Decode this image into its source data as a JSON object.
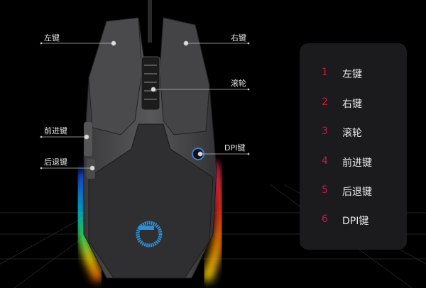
{
  "callouts": {
    "left_button": "左键",
    "right_button": "右键",
    "scroll_wheel": "滚轮",
    "forward_button": "前进键",
    "back_button": "后退键",
    "dpi_button": "DPI键"
  },
  "legend": {
    "items": [
      {
        "number": "1",
        "label": "左键"
      },
      {
        "number": "2",
        "label": "右键"
      },
      {
        "number": "3",
        "label": "滚轮"
      },
      {
        "number": "4",
        "label": "前进键"
      },
      {
        "number": "5",
        "label": "后退键"
      },
      {
        "number": "6",
        "label": "DPI键"
      }
    ]
  },
  "colors": {
    "accent": "#c8193f",
    "panel": "#1b1b1d",
    "logo": "#2a8fd6"
  }
}
